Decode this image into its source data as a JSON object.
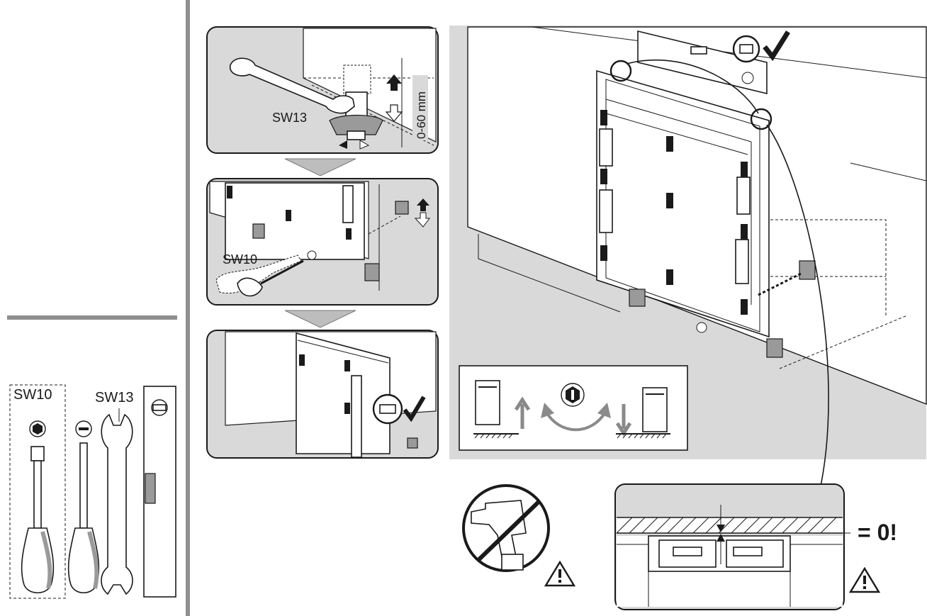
{
  "tools": {
    "sw10_label": "SW10",
    "sw13_label": "SW13"
  },
  "steps": {
    "step1": {
      "wrench_label": "SW13",
      "range_label": "0-60 mm"
    },
    "step2": {
      "screwdriver_label": "SW10"
    }
  },
  "pictogram": {
    "icons": [
      "appliance-up-icon",
      "arrow-up-icon",
      "rotate-hex-icon",
      "arrow-down-icon",
      "appliance-down-icon"
    ]
  },
  "detail": {
    "gap_label": "= 0!"
  },
  "icons": [
    "no-drill-icon",
    "warning-icon",
    "checkmark-icon",
    "spirit-level-icon"
  ],
  "colors": {
    "panel_bg": "#d9d9d9",
    "ink": "#1a1a1a",
    "mid_gray": "#9a9a9a"
  }
}
